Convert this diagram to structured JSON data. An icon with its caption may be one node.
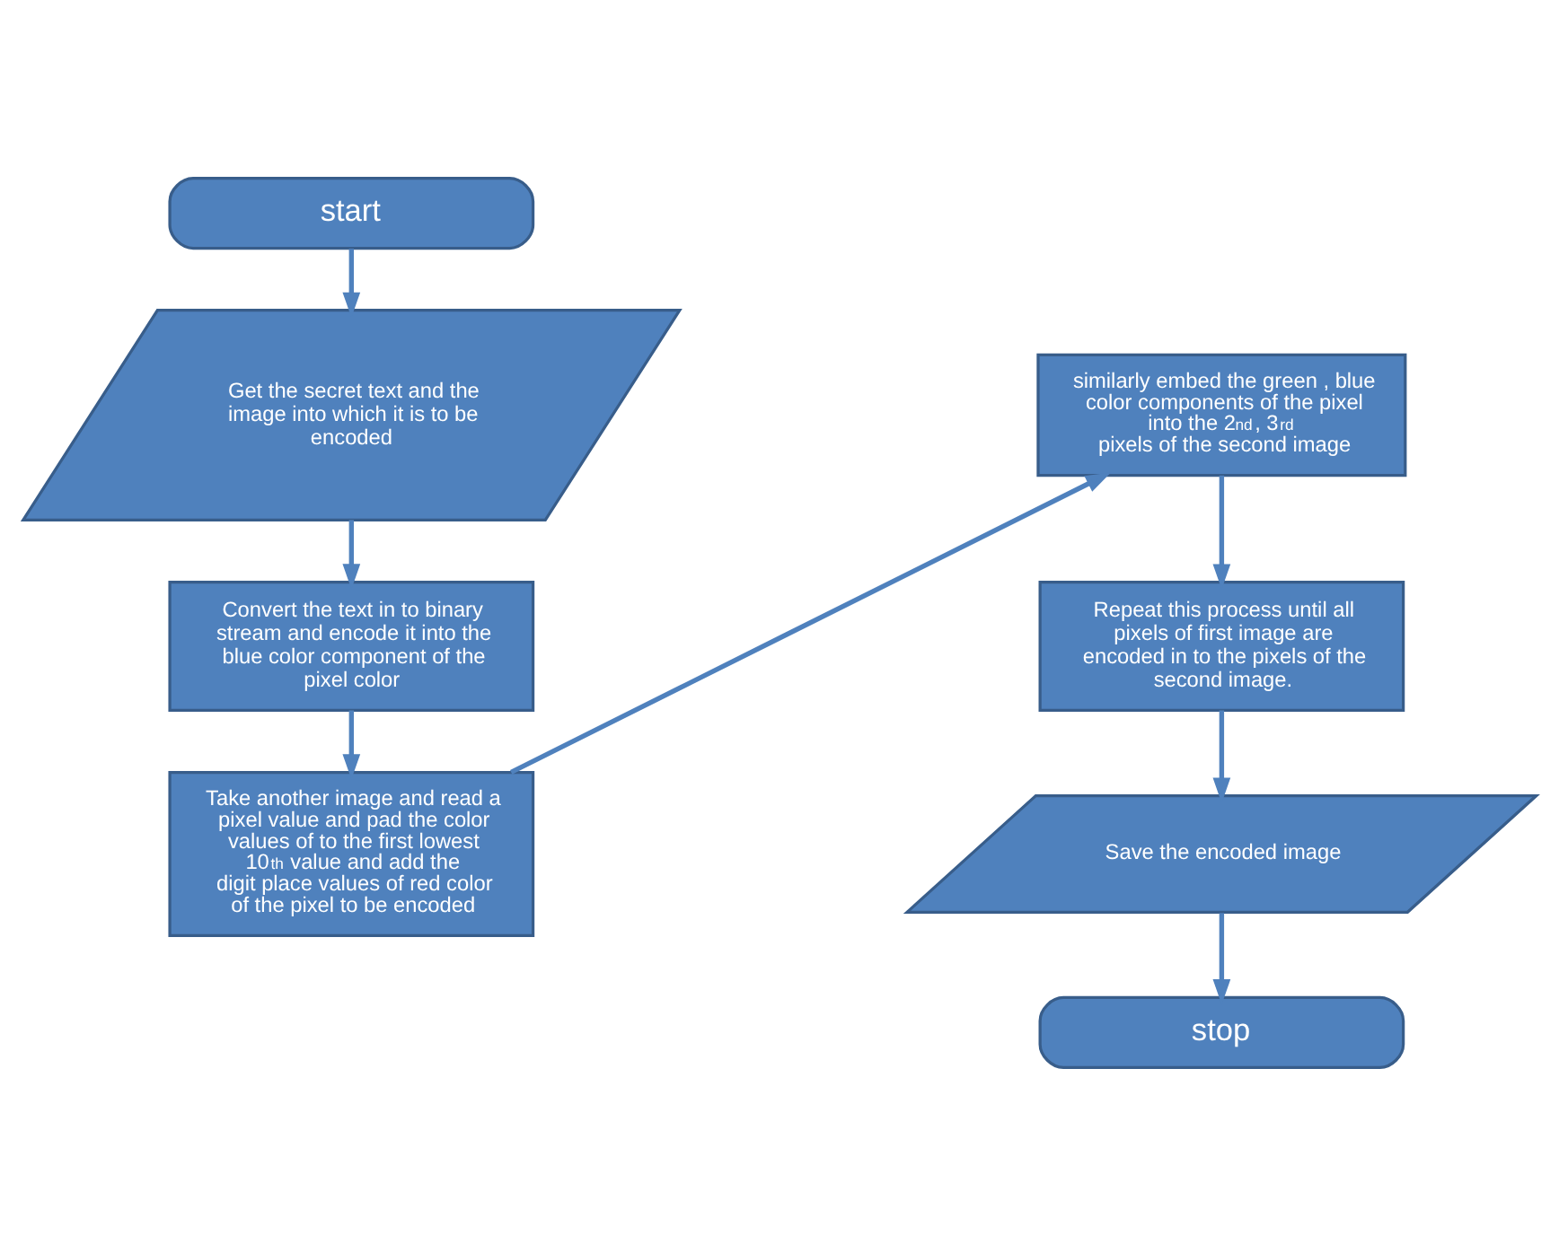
{
  "diagram": {
    "nodes": [
      {
        "text": [
          "start"
        ]
      },
      {
        "text": [
          "Get the secret text and the image into which it is to be encoded"
        ]
      },
      {
        "text": [
          "Convert the text in to binary stream and encode it into the blue color component of the pixel color"
        ]
      },
      {
        "text": [
          "Take another image and read a pixel value and pad the color values of to the first lowest 10$^{th}$ value and add the digit place values of red color of the pixel to be encoded"
        ]
      },
      {
        "text": [
          "similarly embed the green , blue color components of the pixel into the 2$^{nd}$, 3$^{rd}$ pixels of the second image"
        ]
      },
      {
        "text": [
          "Repeat this process until all pixels of first image are encoded in to the pixels of the second image."
        ]
      },
      {
        "text": [
          "Save the encoded image"
        ]
      },
      {
        "text": [
          "stop"
        ]
      }
    ],
    "edges": [
      {
        "from": 0,
        "to": 1,
        "arrow": "to"
      },
      {
        "from": 1,
        "to": 2,
        "arrow": "to"
      },
      {
        "from": 2,
        "to": 3,
        "arrow": "to"
      },
      {
        "from": 3,
        "to": 4,
        "arrow": "to"
      },
      {
        "from": 4,
        "to": 5,
        "arrow": "to"
      },
      {
        "from": 5,
        "to": 6,
        "arrow": "to"
      },
      {
        "from": 6,
        "to": 7,
        "arrow": "to"
      }
    ]
  }
}
